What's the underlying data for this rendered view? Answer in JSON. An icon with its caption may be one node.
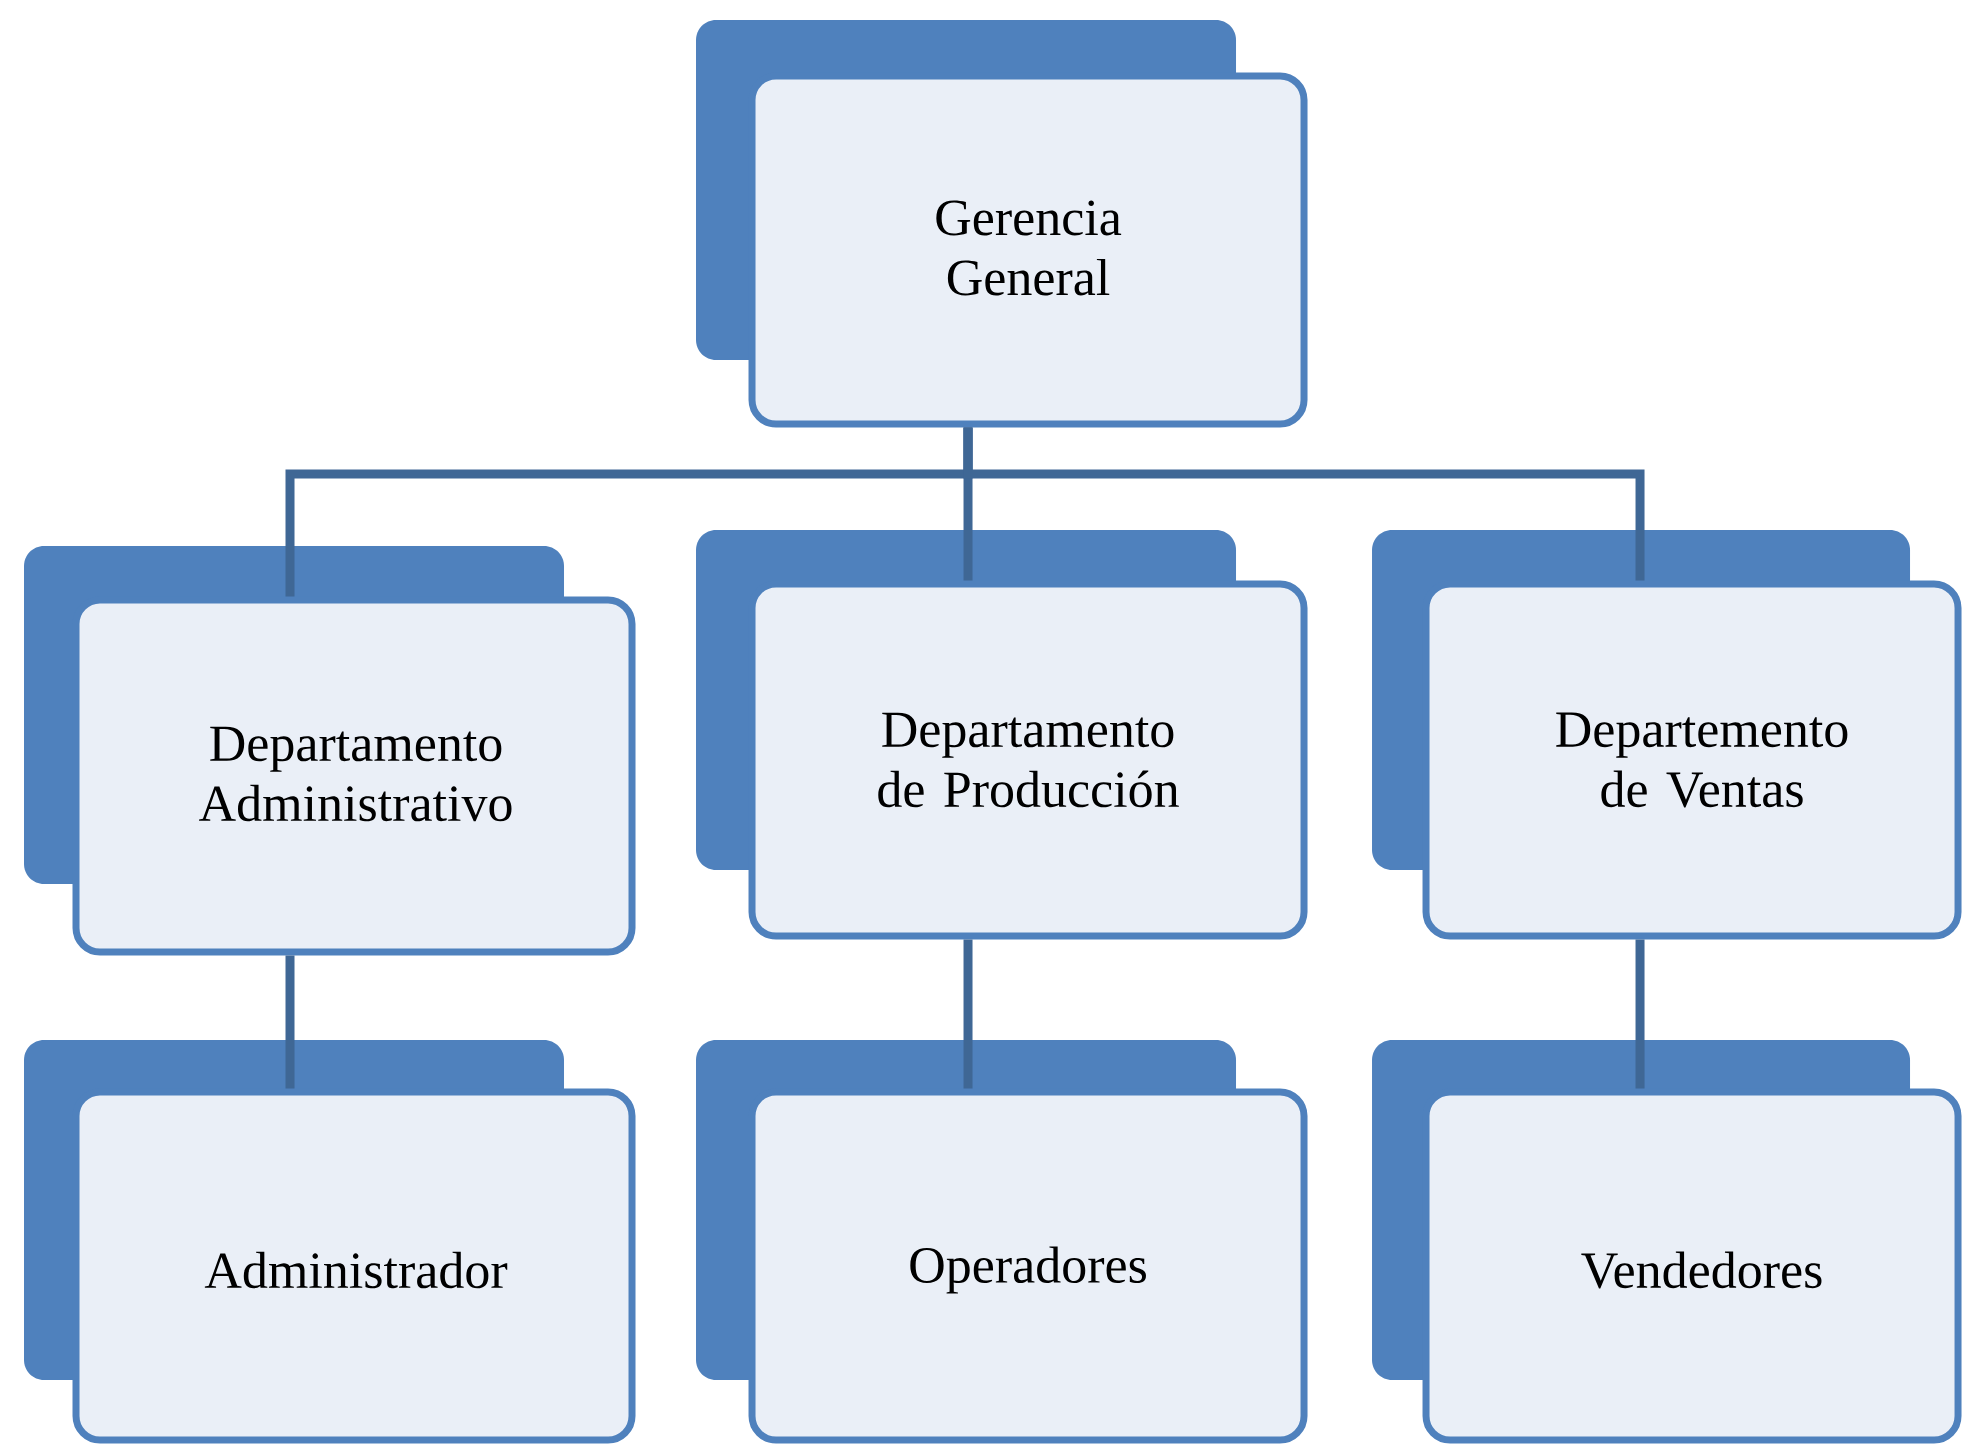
{
  "diagram": {
    "nodes": [
      {
        "text": [
          "Gerencia General"
        ]
      },
      {
        "text": [
          "Departamento Administrativo"
        ]
      },
      {
        "text": [
          "Departamento de Producción"
        ]
      },
      {
        "text": [
          "Departemento de Ventas"
        ]
      },
      {
        "text": [
          "Administrador"
        ]
      },
      {
        "text": [
          "Operadores"
        ]
      },
      {
        "text": [
          "Vendedores"
        ]
      }
    ],
    "edges": [
      {
        "from": 0,
        "to": 1,
        "arrow": "none"
      },
      {
        "from": 0,
        "to": 2,
        "arrow": "none"
      },
      {
        "from": 0,
        "to": 3,
        "arrow": "none"
      },
      {
        "from": 1,
        "to": 4,
        "arrow": "none"
      },
      {
        "from": 2,
        "to": 5,
        "arrow": "none"
      },
      {
        "from": 3,
        "to": 6,
        "arrow": "none"
      }
    ]
  }
}
